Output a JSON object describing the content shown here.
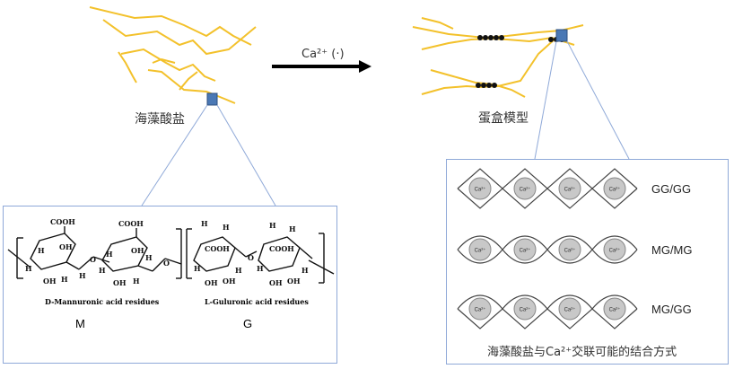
{
  "labels": {
    "alginate": "海藻酸盐",
    "arrow_label": "Ca²⁺ (·)",
    "eggbox_model": "蛋盒模型"
  },
  "structure": {
    "left_residue": "D-Mannuronic acid residues",
    "right_residue": "L-Guluronic acid residues",
    "m_label": "M",
    "g_label": "G",
    "groups": {
      "cooh": "COOH",
      "oh": "OH",
      "h": "H",
      "o": "O"
    }
  },
  "eggbox": {
    "rows": [
      {
        "label": "GG/GG",
        "shape": "zigzag"
      },
      {
        "label": "MG/MG",
        "shape": "wave"
      },
      {
        "label": "MG/GG",
        "shape": "mixed"
      }
    ],
    "ion": "Ca²⁺",
    "ions_per_row": 4,
    "caption": "海藻酸盐与Ca²⁺交联可能的结合方式"
  },
  "colors": {
    "fiber": "#f3c12b",
    "box_border": "#8fa9d8",
    "marker": "#4a78b5",
    "ion_fill": "#c8c8c8"
  }
}
